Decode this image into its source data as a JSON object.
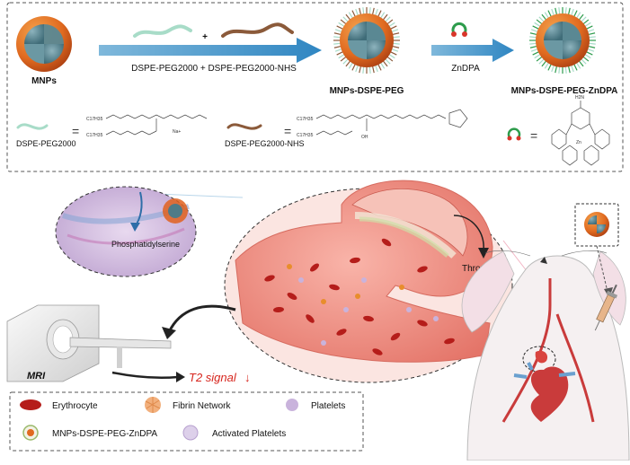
{
  "synthesis": {
    "mnp_label": "MNPs",
    "reagent_label": "DSPE-PEG2000  +  DSPE-PEG2000-NHS",
    "plus_sign": "+",
    "intermediate_label": "MNPs-DSPE-PEG",
    "zndpa_label": "ZnDPA",
    "final_label": "MNPs-DSPE-PEG-ZnDPA"
  },
  "structures": {
    "peg_label": "DSPE-PEG2000",
    "peg_nhs_label": "DSPE-PEG2000-NHS",
    "alkyl_1": "C17H35",
    "alkyl_2": "C17H35",
    "alkyl_3": "C17H35",
    "alkyl_4": "C17H35",
    "na_label": "Na+",
    "oh_label": "OH",
    "nh2_label": "H2N",
    "zn_label": "Zn"
  },
  "mechanism": {
    "ps_label": "Phosphatidylserine",
    "thrombus_label": "Thrombus",
    "mri_label": "MRI",
    "t2_label": "T2 signal",
    "t2_arrow": "↓"
  },
  "legend": {
    "items": [
      {
        "label": "Erythrocyte",
        "icon": "erythrocyte-icon"
      },
      {
        "label": "Fibrin Network",
        "icon": "fibrin-icon"
      },
      {
        "label": "Platelets",
        "icon": "platelet-icon"
      },
      {
        "label": "MNPs-DSPE-PEG-ZnDPA",
        "icon": "nanoparticle-icon"
      },
      {
        "label": "Activated Platelets",
        "icon": "activated-platelet-icon"
      }
    ]
  },
  "colors": {
    "core": "#4f7b87",
    "shell": "#e0621f",
    "vessel": "#f08a80",
    "rbc": "#b51d1a",
    "mouse": "#f3eeef",
    "heart": "#c93b3b",
    "t2": "#d7261e",
    "arrow": "#3b8ec4"
  }
}
